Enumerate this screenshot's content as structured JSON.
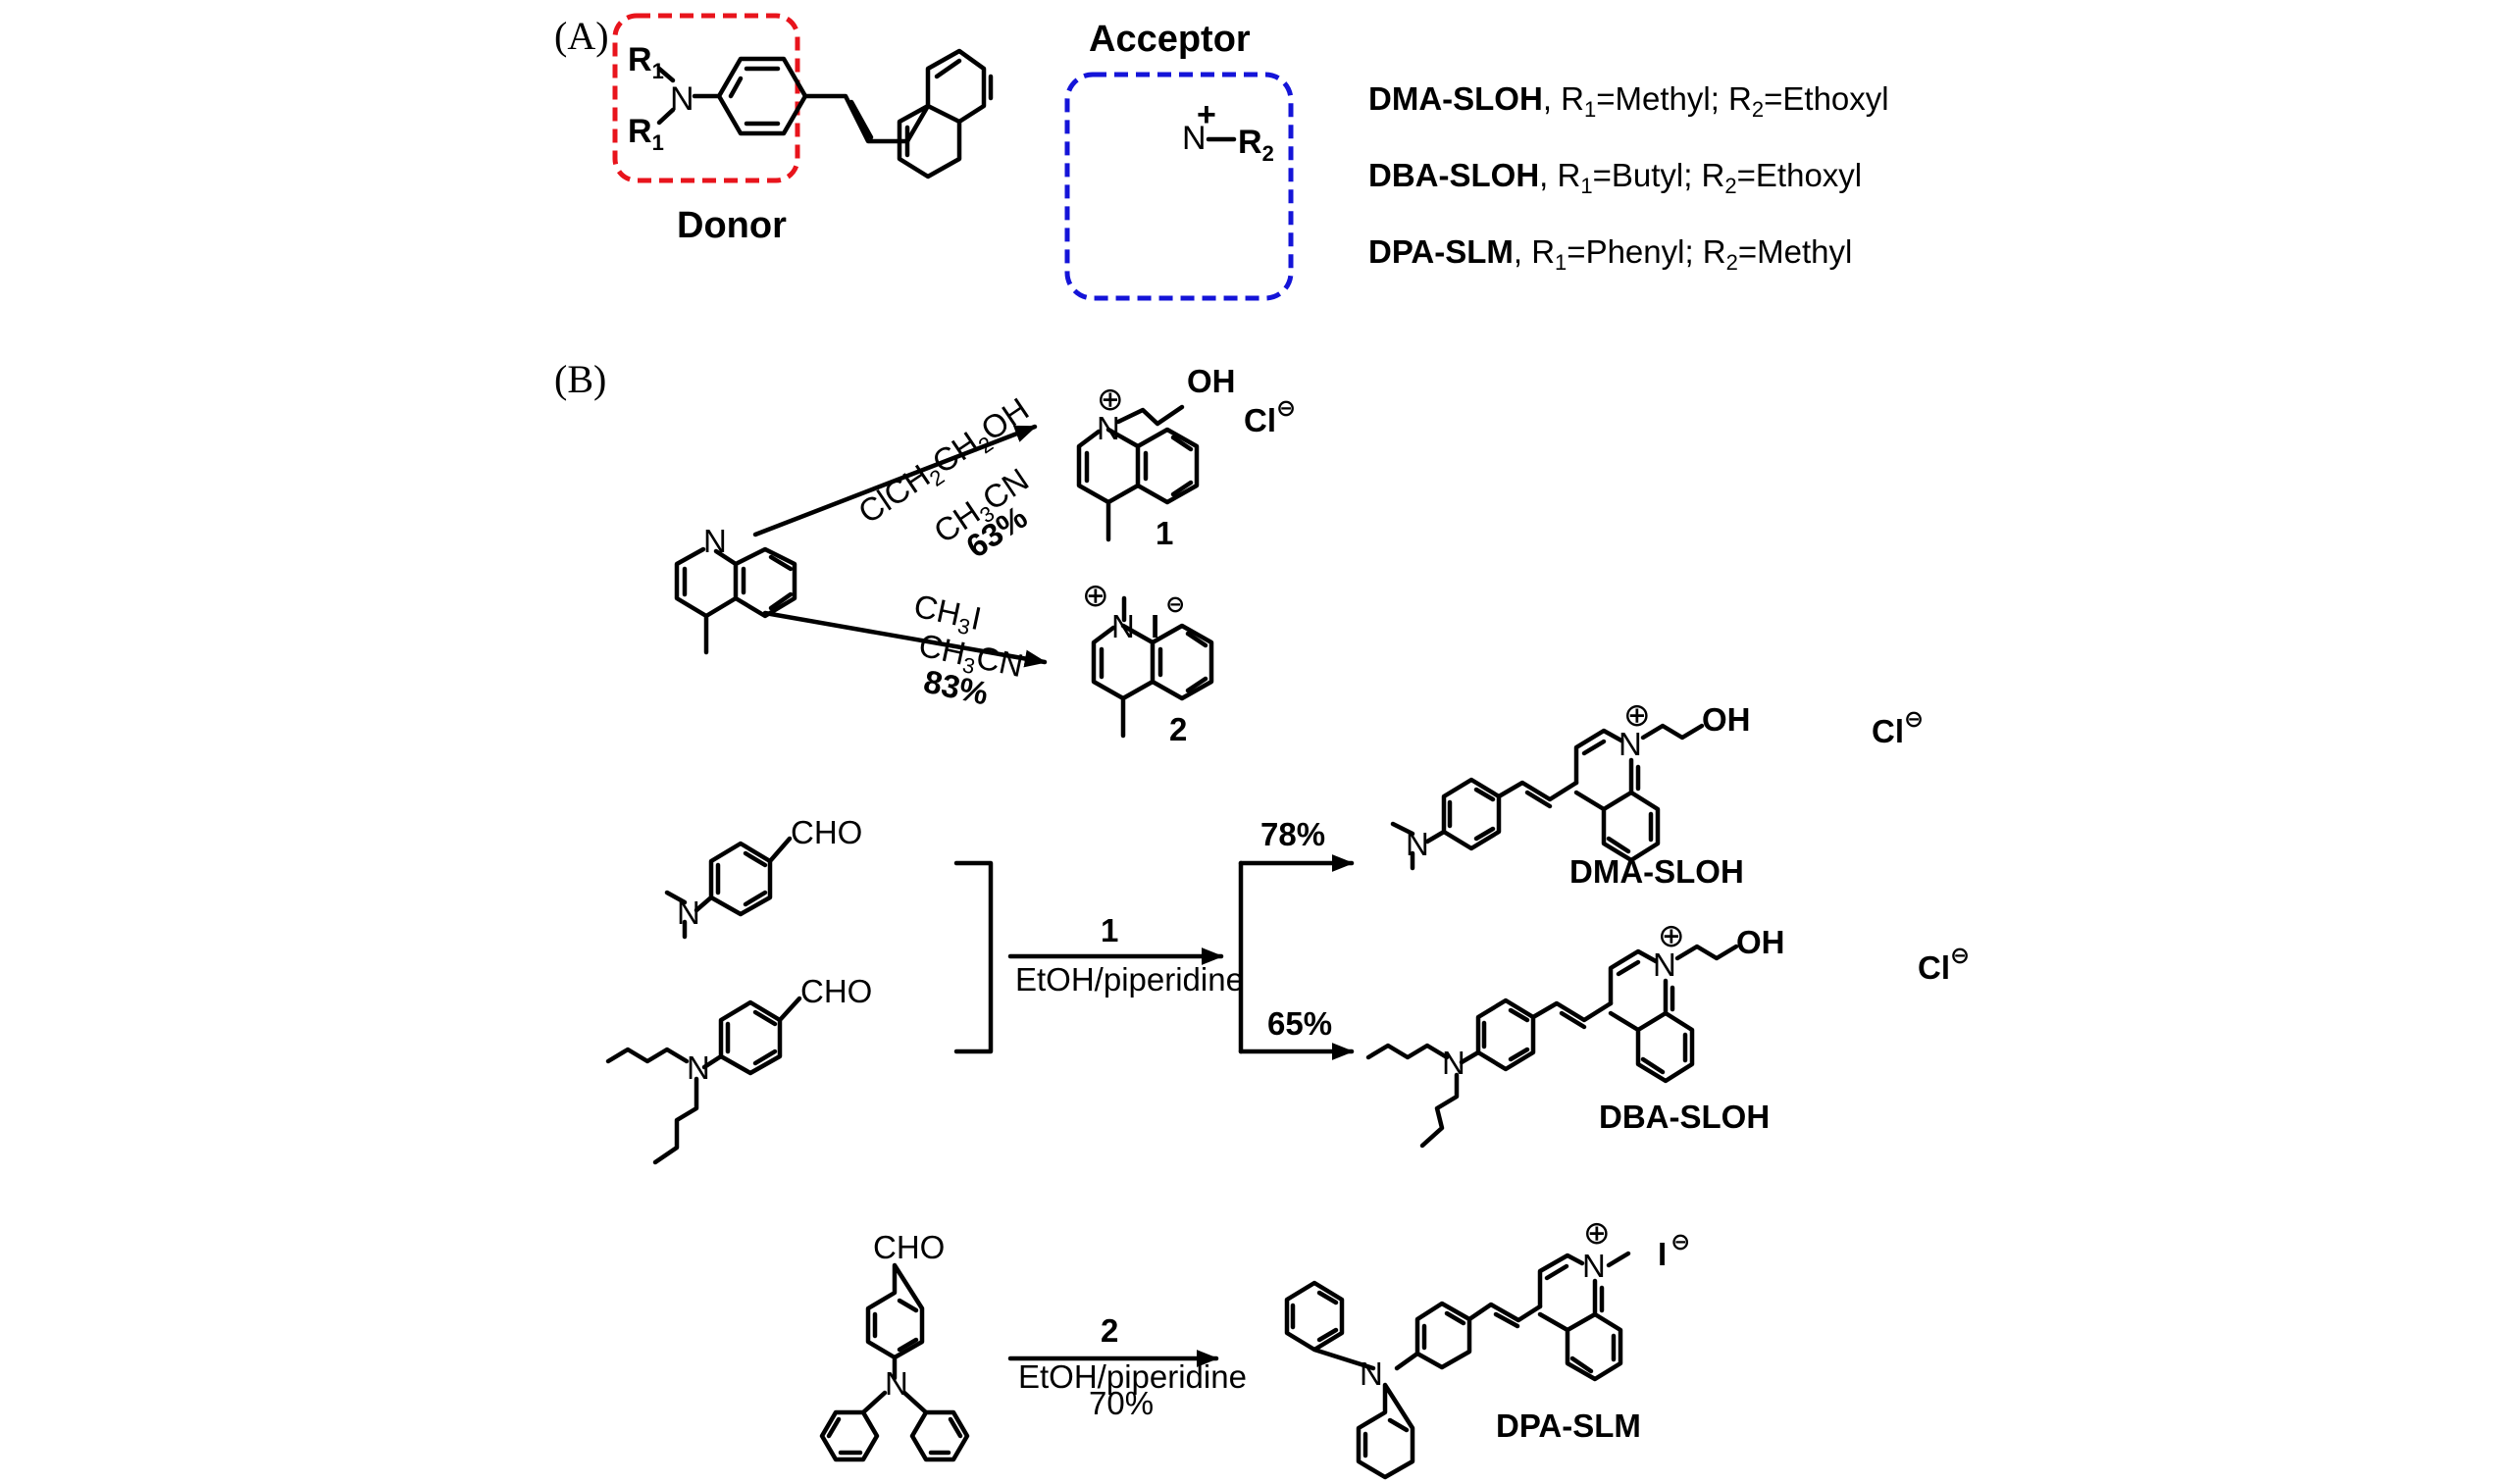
{
  "figure": {
    "panels": [
      {
        "id": "A",
        "label": "(A)"
      },
      {
        "id": "B",
        "label": "(B)"
      }
    ],
    "panel_a": {
      "donor_label": "Donor",
      "acceptor_label": "Acceptor",
      "donor_box_color": "#e8141c",
      "acceptor_box_color": "#1414d8",
      "atoms": {
        "r1_top": "R",
        "r1_top_sub": "1",
        "r1_bottom": "R",
        "r1_bottom_sub": "1",
        "n_donor": "N",
        "n_acceptor": "N",
        "n_charge": "+",
        "r2": "R",
        "r2_sub": "2"
      },
      "compounds": [
        {
          "name": "DMA-SLOH",
          "r1_prefix": ", R",
          "r1_sub": "1",
          "r1_value": "=Methyl; R",
          "r2_sub": "2",
          "r2_value": "=Ethoxyl"
        },
        {
          "name": "DBA-SLOH",
          "r1_prefix": ", R",
          "r1_sub": "1",
          "r1_value": "=Butyl; R",
          "r2_sub": "2",
          "r2_value": "=Ethoxyl"
        },
        {
          "name": "DPA-SLM",
          "r1_prefix": ", R",
          "r1_sub": "1",
          "r1_value": "=Phenyl; R",
          "r2_sub": "2",
          "r2_value": "=Methyl"
        }
      ]
    },
    "panel_b": {
      "step1": {
        "starting_material_atom": "N",
        "upper": {
          "reagent": [
            "ClCH",
            "2",
            "CH",
            "2",
            "OH"
          ],
          "solvent": [
            "CH",
            "3",
            "CN"
          ],
          "yield": "63%",
          "product_number": "1",
          "product_atoms": {
            "n": "N",
            "charge": "⊕",
            "oh": "OH",
            "counterion": "Cl",
            "counter_charge": "⊖"
          }
        },
        "lower": {
          "reagent": [
            "CH",
            "3",
            "I"
          ],
          "solvent": [
            "CH",
            "3",
            "CN"
          ],
          "yield": "83%",
          "product_number": "2",
          "product_atoms": {
            "n": "N",
            "charge": "⊕",
            "counterion": "I",
            "counter_charge": "⊖"
          }
        }
      },
      "step2": {
        "aldehydes": [
          {
            "group": "CHO",
            "amine": "N"
          },
          {
            "group": "CHO",
            "amine": "N"
          }
        ],
        "reagent_number": "1",
        "conditions": "EtOH/piperidine",
        "branches": [
          {
            "yield": "78%",
            "product": "DMA-SLOH",
            "n": "N",
            "charge": "⊕",
            "oh": "OH",
            "counterion": "Cl",
            "counter_charge": "⊖",
            "amine": "N"
          },
          {
            "yield": "65%",
            "product": "DBA-SLOH",
            "n": "N",
            "charge": "⊕",
            "oh": "OH",
            "counterion": "Cl",
            "counter_charge": "⊖",
            "amine": "N"
          }
        ]
      },
      "step3": {
        "aldehyde_group": "CHO",
        "amine": "N",
        "reagent_number": "2",
        "conditions": "EtOH/piperidine",
        "yield": "70%",
        "product": "DPA-SLM",
        "product_atoms": {
          "n": "N",
          "charge": "⊕",
          "counterion": "I",
          "counter_charge": "⊖",
          "amine": "N"
        }
      }
    }
  }
}
